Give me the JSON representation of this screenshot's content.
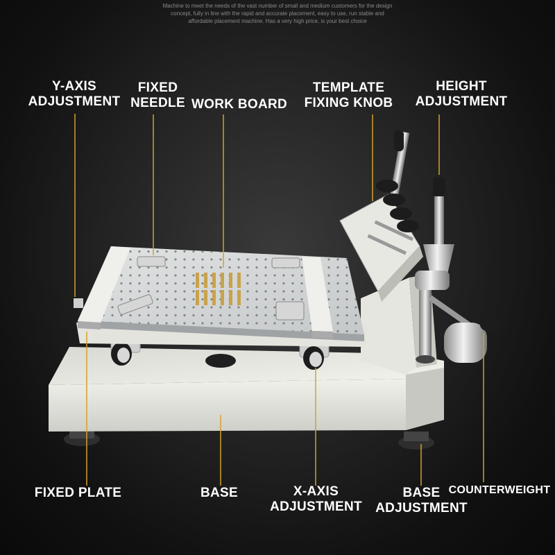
{
  "intro": {
    "lines": [
      "Machine to meet the needs of the vast number of small and medium customers for the design",
      "concept, fully in line with the rapid and accurate placement, easy to use, run stable and",
      "affordable placement machine. Has a very high price, is your best choice"
    ]
  },
  "labels": {
    "y_axis": [
      "Y-AXIS",
      "ADJUSTMENT"
    ],
    "fixed_needle": [
      "FIXED",
      "NEEDLE"
    ],
    "work_board": "WORK BOARD",
    "template_knob": [
      "TEMPLATE",
      "FIXING KNOB"
    ],
    "height": [
      "HEIGHT",
      "ADJUSTMENT"
    ],
    "fixed_plate": "FIXED PLATE",
    "base": "BASE",
    "x_axis": [
      "X-AXIS",
      "ADJUSTMENT"
    ],
    "base_adj": [
      "BASE",
      "ADJUSTMENT"
    ],
    "counterweight": "COUNTERWEIGHT"
  },
  "colors": {
    "label_text": "#ffffff",
    "leader_line": "#d4a02a",
    "machine_body": "#e9e9e4",
    "background": "#1a1a1a"
  }
}
